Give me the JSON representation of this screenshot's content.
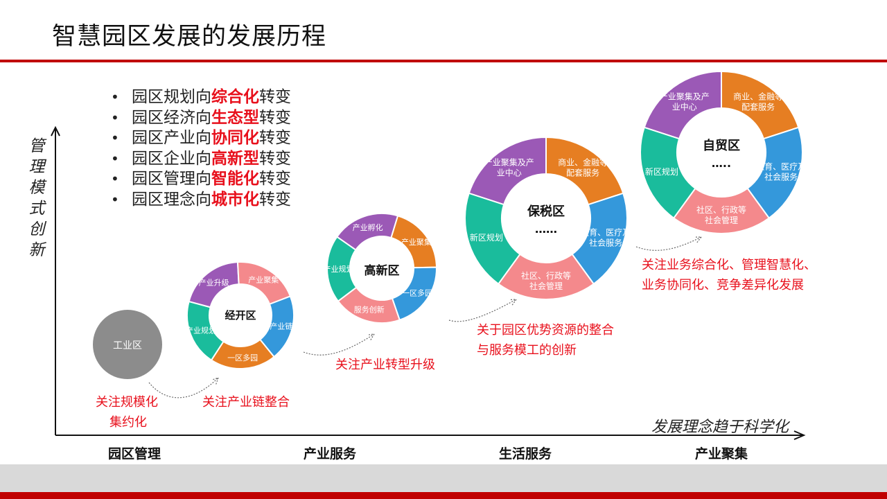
{
  "title": "智慧园区发展的发展历程",
  "bullets": [
    {
      "prefix": "园区规划向",
      "highlight": "综合化",
      "suffix": "转变"
    },
    {
      "prefix": "园区经济向",
      "highlight": "生态型",
      "suffix": "转变"
    },
    {
      "prefix": "园区产业向",
      "highlight": "协同化",
      "suffix": "转变"
    },
    {
      "prefix": "园区企业向",
      "highlight": "高新型",
      "suffix": "转变"
    },
    {
      "prefix": "园区管理向",
      "highlight": "智能化",
      "suffix": "转变"
    },
    {
      "prefix": "园区理念向",
      "highlight": "城市化",
      "suffix": "转变"
    }
  ],
  "axes": {
    "y_label": "管理模式创新",
    "x_label": "发展理念趋于科学化"
  },
  "stages": [
    "园区管理",
    "产业服务",
    "生活服务",
    "产业聚集"
  ],
  "colors": {
    "accent": "#c00000",
    "note_red": "#e8101c",
    "purple": "#9b59b6",
    "pink": "#f4898c",
    "blue": "#3498db",
    "orange": "#e67e22",
    "green": "#1abc9c",
    "gray": "#8c8c8c"
  },
  "industrial": {
    "label": "工业区"
  },
  "rings": [
    {
      "center": "经开区",
      "segments": [
        {
          "label": "产业升级",
          "color": "purple"
        },
        {
          "label": "产业聚集",
          "color": "pink"
        },
        {
          "label": "产业链",
          "color": "blue"
        },
        {
          "label": "一区多园",
          "color": "orange"
        },
        {
          "label": "产业规划",
          "color": "green"
        }
      ]
    },
    {
      "center": "高新区",
      "segments": [
        {
          "label": "产业孵化",
          "color": "purple"
        },
        {
          "label": "产业聚集",
          "color": "orange"
        },
        {
          "label": "一区多园",
          "color": "blue"
        },
        {
          "label": "服务创新",
          "color": "pink"
        },
        {
          "label": "产业规划",
          "color": "green"
        }
      ]
    },
    {
      "center": "保税区",
      "subtitle": "……",
      "segments": [
        {
          "label": "产业聚集及产业中心",
          "color": "purple"
        },
        {
          "label": "商业、金融等配套服务",
          "color": "orange"
        },
        {
          "label": "教育、医疗及社会服务",
          "color": "blue"
        },
        {
          "label": "社区、行政等社会管理",
          "color": "pink"
        },
        {
          "label": "新区规划",
          "color": "green"
        }
      ]
    },
    {
      "center": "自贸区",
      "subtitle": "…..",
      "segments": [
        {
          "label": "产业聚集及产业中心",
          "color": "purple"
        },
        {
          "label": "商业、金融等配套服务",
          "color": "orange"
        },
        {
          "label": "教育、医疗及社会服务",
          "color": "blue"
        },
        {
          "label": "社区、行政等社会管理",
          "color": "pink"
        },
        {
          "label": "新区规划",
          "color": "green"
        }
      ]
    }
  ],
  "notes": [
    {
      "lines": [
        "关注规模化",
        "集约化"
      ]
    },
    {
      "lines": [
        "关注产业链整合"
      ]
    },
    {
      "lines": [
        "关注产业转型升级"
      ]
    },
    {
      "lines": [
        "关于园区优势资源的整合",
        "与服务模工的创新"
      ]
    },
    {
      "lines": [
        "关注业务综合化、管理智慧化、",
        "业务协同化、竞争差异化发展"
      ]
    }
  ]
}
